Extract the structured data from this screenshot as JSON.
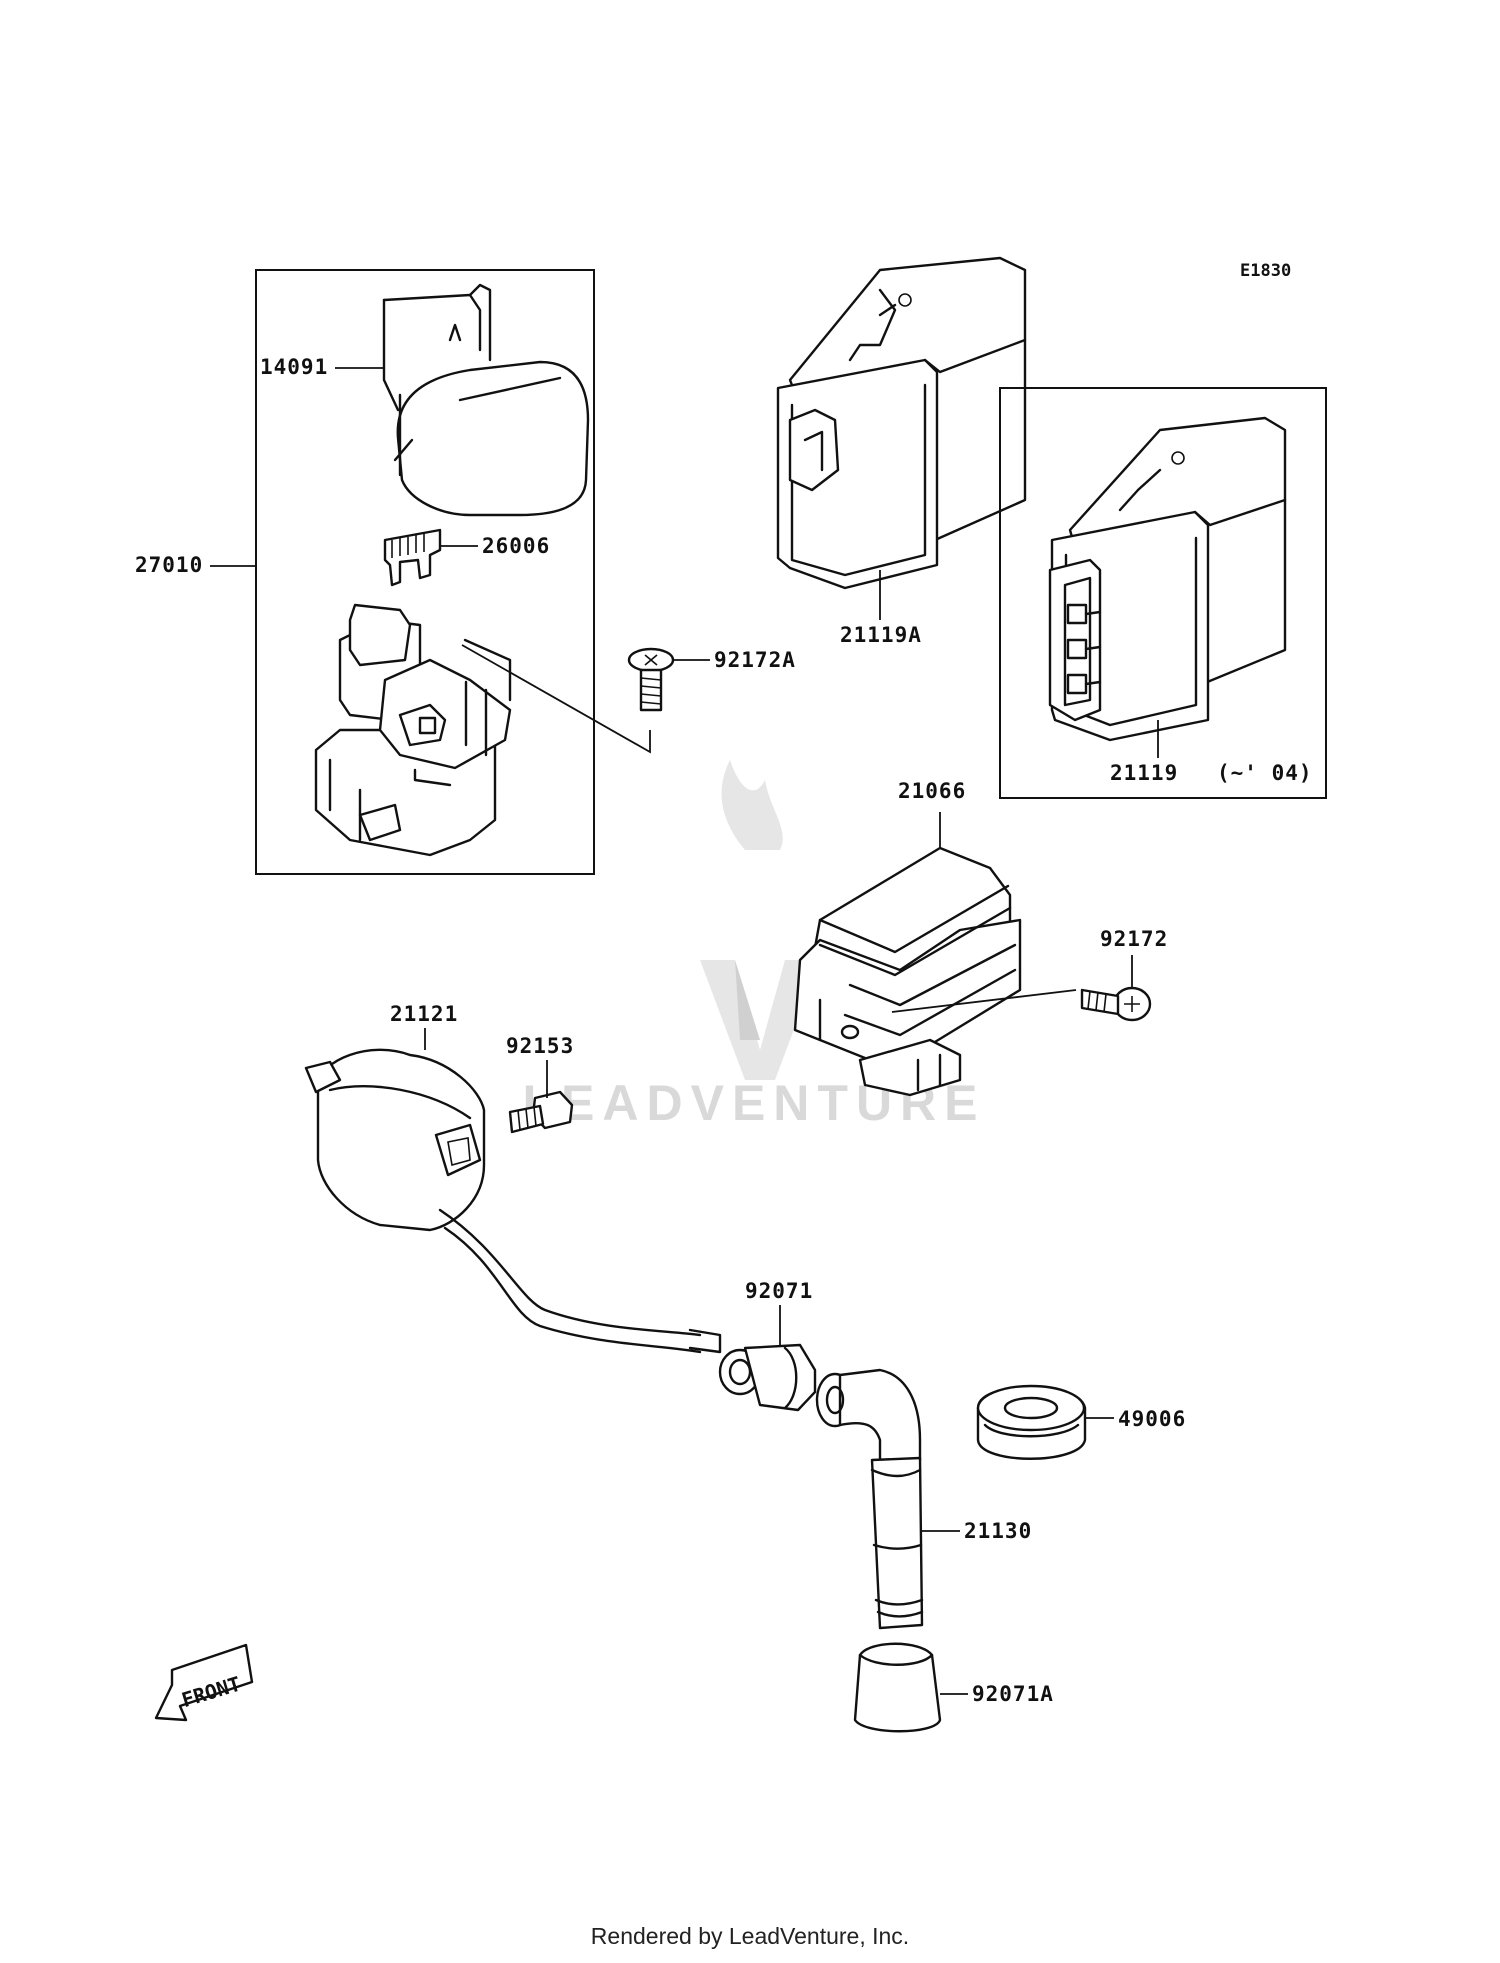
{
  "diagram_code": "E1830",
  "watermark": "LEADVENTURE",
  "front_label": "FRONT",
  "parts": {
    "p14091": "14091",
    "p26006": "26006",
    "p27010": "27010",
    "p92172A": "92172A",
    "p21119A": "21119A",
    "p21119": "21119",
    "p21119_note": "(~' 04)",
    "p21066": "21066",
    "p92172": "92172",
    "p21121": "21121",
    "p92153": "92153",
    "p92071": "92071",
    "p49006": "49006",
    "p21130": "21130",
    "p92071A": "92071A"
  },
  "footer": "Rendered by LeadVenture, Inc."
}
